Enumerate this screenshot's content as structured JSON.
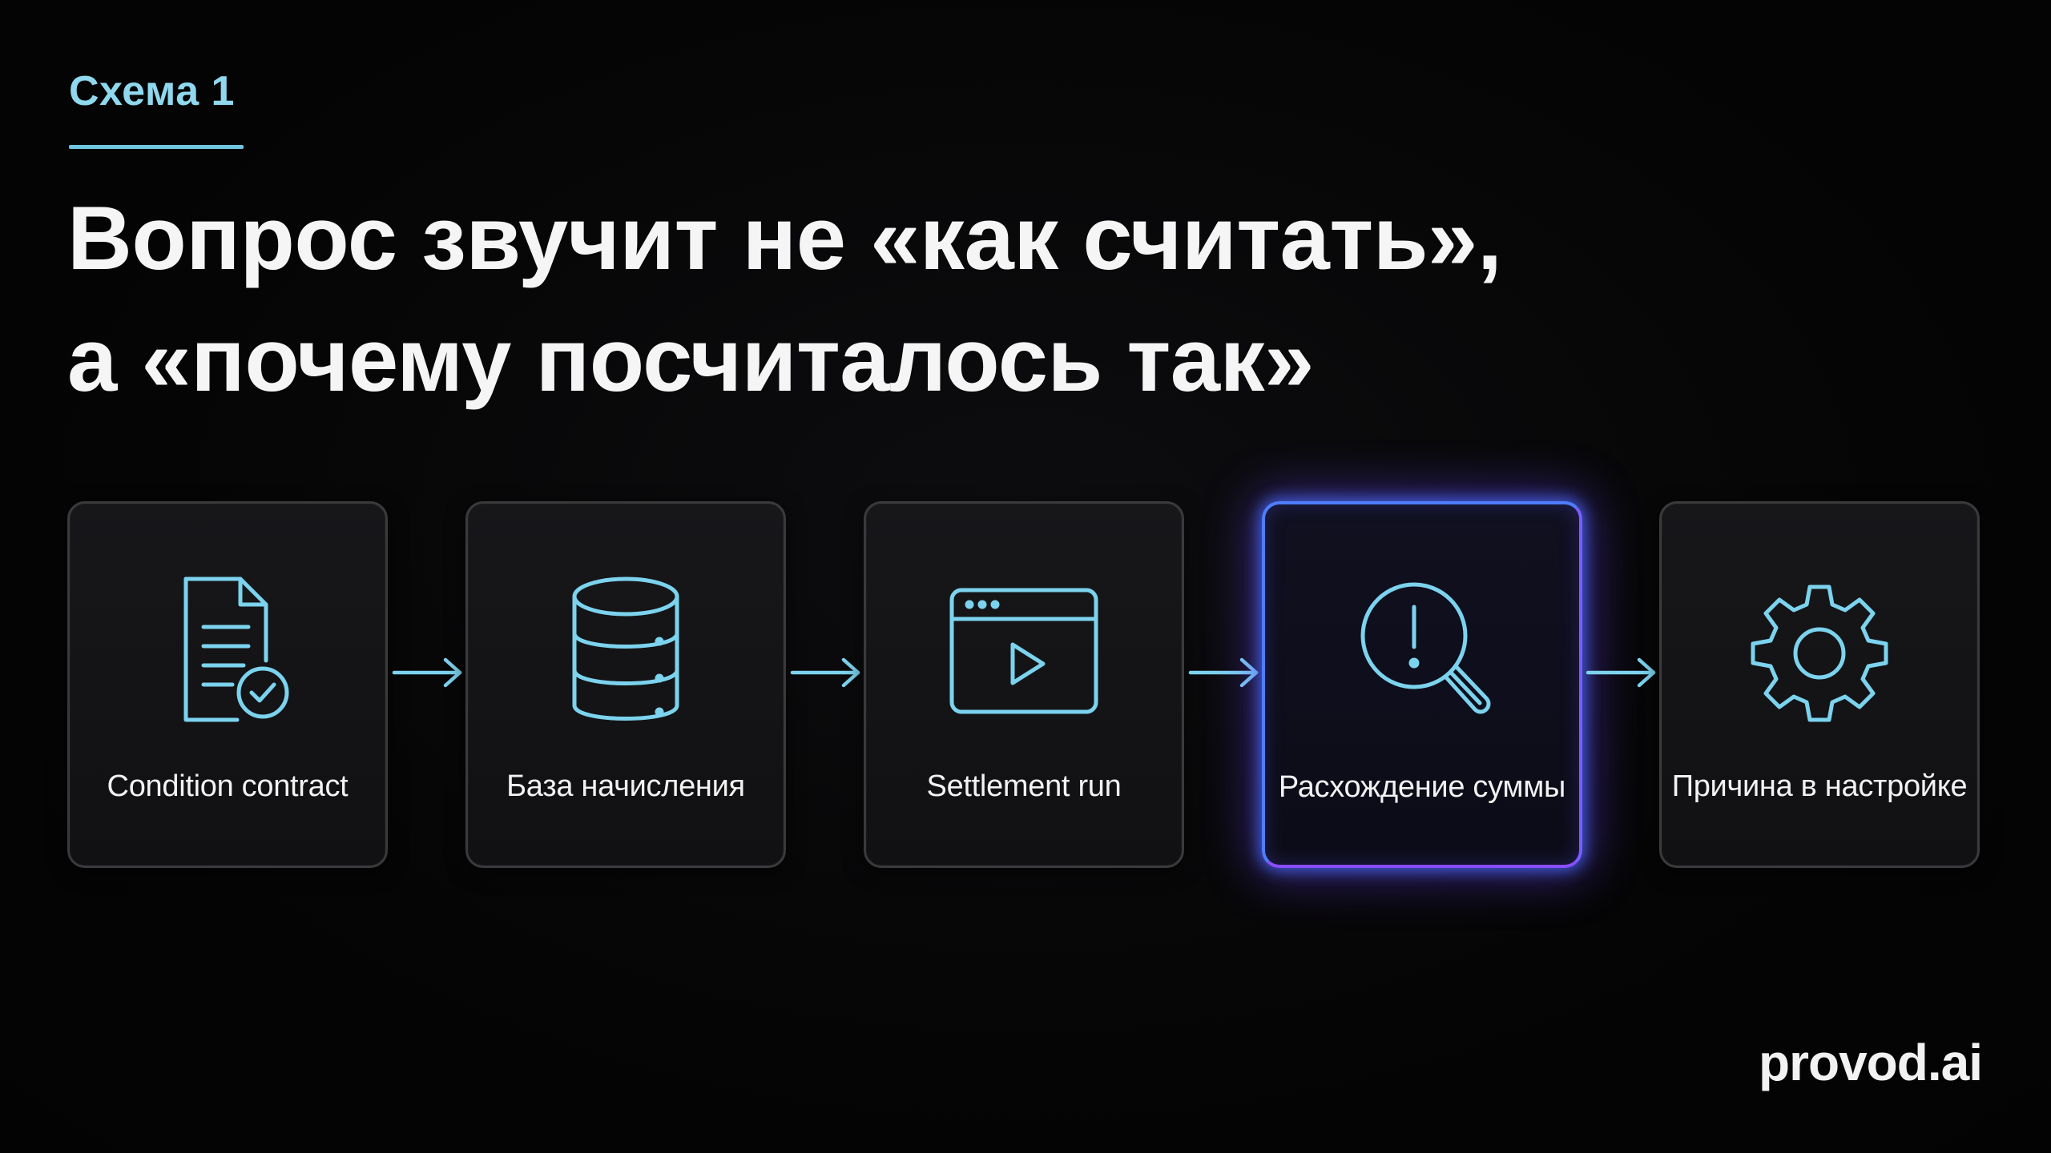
{
  "header": {
    "kicker": "Схема 1",
    "title_line1": "Вопрос звучит не «как считать»,",
    "title_line2": "а «почему посчиталось так»"
  },
  "flow": {
    "steps": [
      {
        "label": "Condition contract",
        "icon": "document-check-icon",
        "highlighted": false
      },
      {
        "label": "База начисления",
        "icon": "database-icon",
        "highlighted": false
      },
      {
        "label": "Settlement run",
        "icon": "play-window-icon",
        "highlighted": false
      },
      {
        "label": "Расхождение суммы",
        "icon": "search-alert-icon",
        "highlighted": true
      },
      {
        "label": "Причина в настройке",
        "icon": "gear-icon",
        "highlighted": false
      }
    ]
  },
  "brand": {
    "name": "provod.ai"
  },
  "colors": {
    "accent": "#8fd8ee",
    "icon_stroke": "#7cd3ee",
    "highlight_border": "#5a6cff",
    "highlight_glow": "#8a4dff",
    "background": "#050505"
  }
}
